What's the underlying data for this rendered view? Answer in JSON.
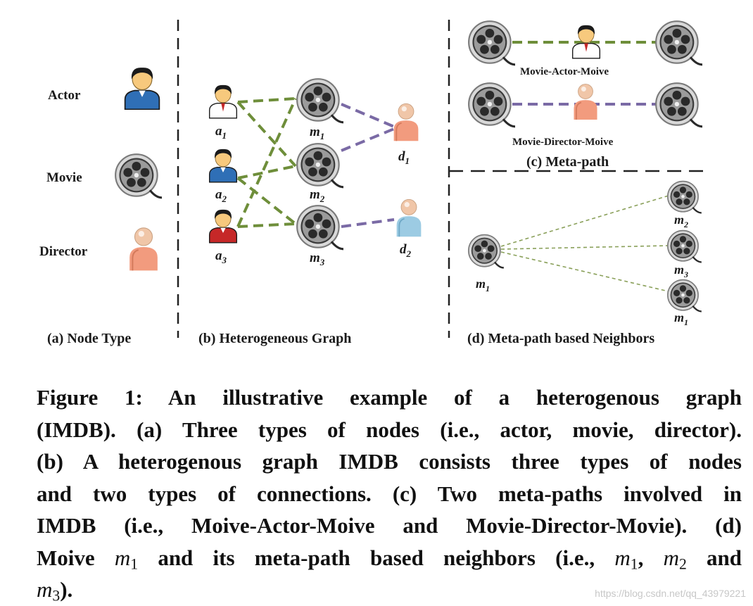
{
  "panels": {
    "a": {
      "title": "(a) Node Type",
      "node_types": [
        {
          "label": "Actor",
          "icon": "actor-icon"
        },
        {
          "label": "Movie",
          "icon": "movie-reel-icon"
        },
        {
          "label": "Director",
          "icon": "director-icon"
        }
      ]
    },
    "b": {
      "title": "(b) Heterogeneous Graph",
      "actors": [
        {
          "name": "a",
          "sub": "1",
          "shirt_color": "#ffffff"
        },
        {
          "name": "a",
          "sub": "2",
          "shirt_color": "#2f6fb6"
        },
        {
          "name": "a",
          "sub": "3",
          "shirt_color": "#c62828"
        }
      ],
      "movies": [
        {
          "name": "m",
          "sub": "1"
        },
        {
          "name": "m",
          "sub": "2"
        },
        {
          "name": "m",
          "sub": "3"
        }
      ],
      "directors": [
        {
          "name": "d",
          "sub": "1",
          "color": "#f29b7e"
        },
        {
          "name": "d",
          "sub": "2",
          "color": "#9ccbe3"
        }
      ],
      "actor_movie_edges": [
        [
          "a1",
          "m1"
        ],
        [
          "a1",
          "m2"
        ],
        [
          "a2",
          "m2"
        ],
        [
          "a2",
          "m3"
        ],
        [
          "a3",
          "m1"
        ],
        [
          "a3",
          "m3"
        ]
      ],
      "director_movie_edges": [
        [
          "d1",
          "m1"
        ],
        [
          "d1",
          "m2"
        ],
        [
          "d2",
          "m3"
        ]
      ]
    },
    "c": {
      "title": "(c) Meta-path",
      "paths": [
        {
          "label": "Movie-Actor-Moive",
          "via": "actor",
          "edge_color": "#6e8e3a"
        },
        {
          "label": "Movie-Director-Moive",
          "via": "director",
          "edge_color": "#7a6aa5"
        }
      ]
    },
    "d": {
      "title": "(d) Meta-path based Neighbors",
      "center": {
        "name": "m",
        "sub": "1"
      },
      "neighbors": [
        {
          "name": "m",
          "sub": "2"
        },
        {
          "name": "m",
          "sub": "3"
        },
        {
          "name": "m",
          "sub": "1"
        }
      ]
    }
  },
  "colors": {
    "actor_movie_edge": "#6e8e3a",
    "director_movie_edge": "#7a6aa5",
    "actor_hair": "#1b1b1b",
    "actor_skin": "#f7c97d",
    "director_skin": "#f0c6a8"
  },
  "caption": {
    "lines": [
      "Figure 1: An illustrative example of a heterogenous graph",
      "(IMDB). (a) Three types of nodes (i.e., actor, movie, director).",
      "(b) A heterogenous graph IMDB consists three types of nodes",
      "and two types of connections. (c) Two meta-paths involved in",
      "IMDB (i.e., Moive-Actor-Moive and Movie-Director-Movie). (d)"
    ],
    "line6_prefix": "Moive ",
    "line6_mid": " and its meta-path based neighbors (i.e., ",
    "line6_sep": ", ",
    "line6_and": " and",
    "math_m": "m",
    "sub1": "1",
    "sub2": "2",
    "sub3": "3",
    "line7_suffix": ")."
  },
  "watermark": "https://blog.csdn.net/qq_43979221"
}
